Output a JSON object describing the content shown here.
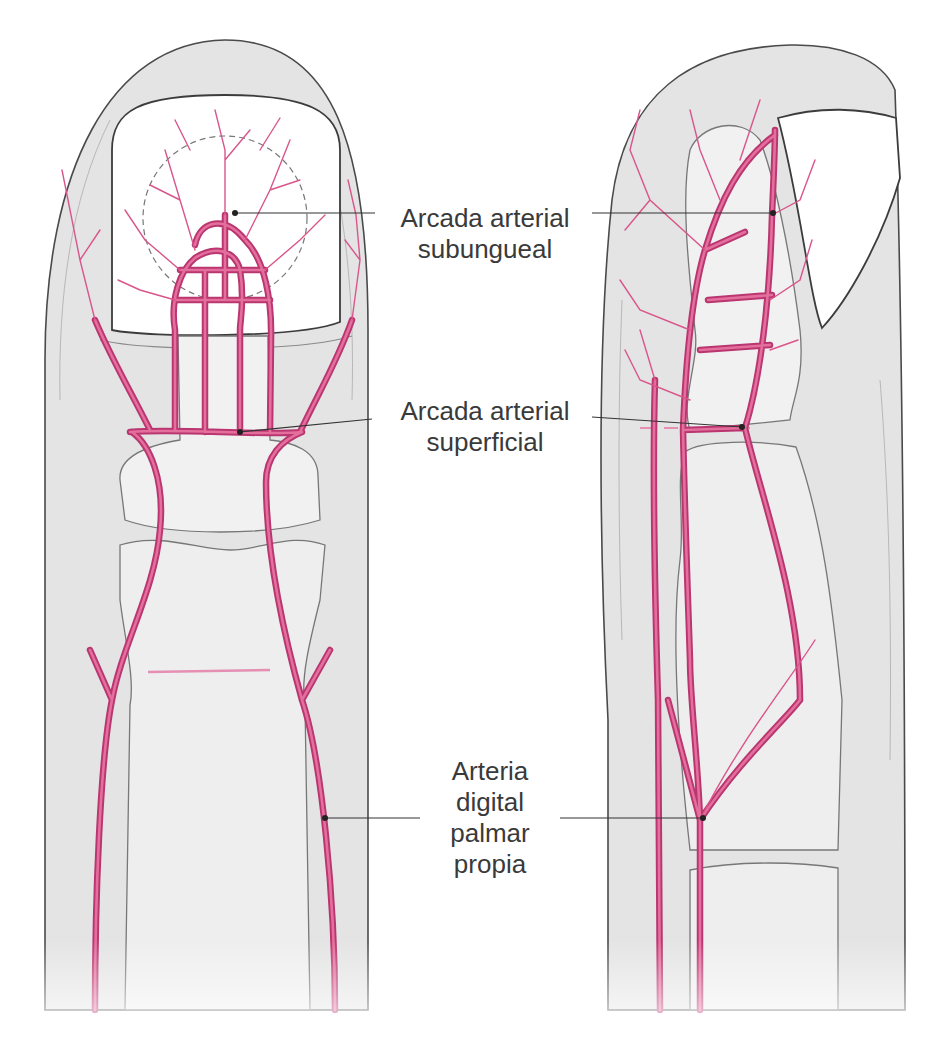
{
  "diagram": {
    "labels": [
      "Arcada arterial subungueal",
      "Arcada arterial superficial",
      "Arteria digital palmar propia"
    ]
  }
}
